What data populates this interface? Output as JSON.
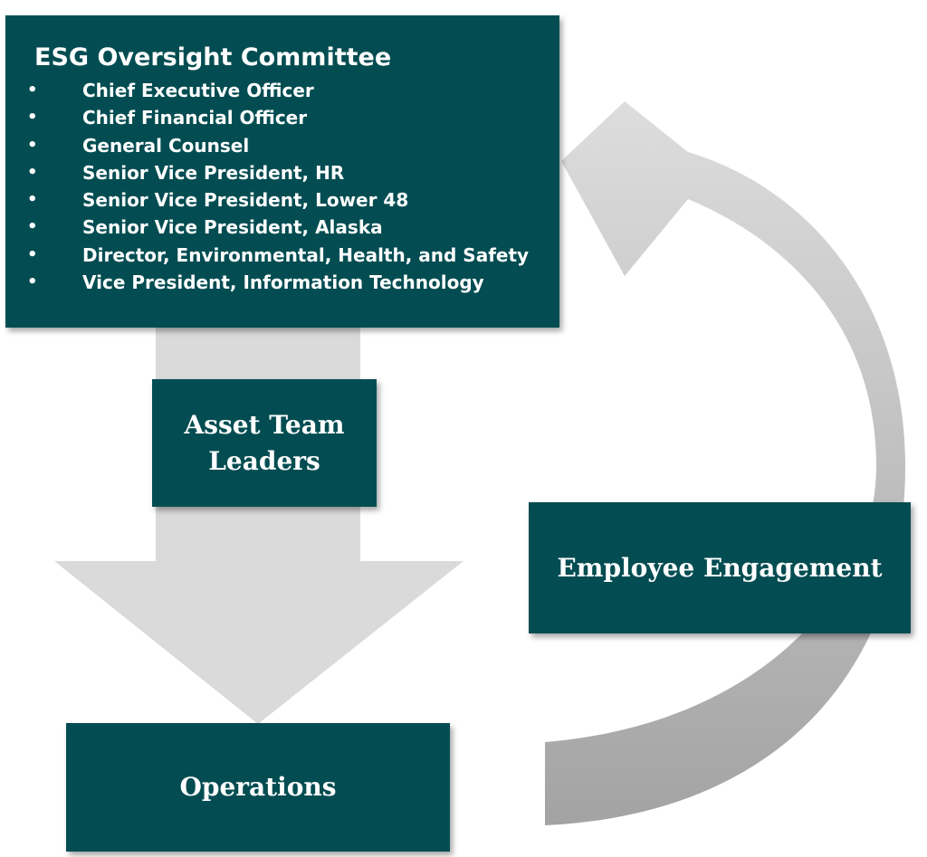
{
  "committee": {
    "title": "ESG Oversight Committee",
    "bullet": "•",
    "members": [
      "Chief Executive Officer",
      "Chief Financial Officer",
      "General Counsel",
      "Senior Vice President, HR",
      "Senior Vice President, Lower 48",
      "Senior Vice President, Alaska",
      "Director, Environmental, Health, and Safety",
      "Vice President, Information Technology"
    ]
  },
  "asset_team": {
    "line1": "Asset Team",
    "line2": "Leaders"
  },
  "engagement": {
    "label": "Employee Engagement"
  },
  "operations": {
    "label": "Operations"
  },
  "colors": {
    "box_fill": "#034d52",
    "box_text": "#ffffff",
    "arrow_light": "#dcdcdc",
    "arrow_dark": "#a9a9a9"
  }
}
